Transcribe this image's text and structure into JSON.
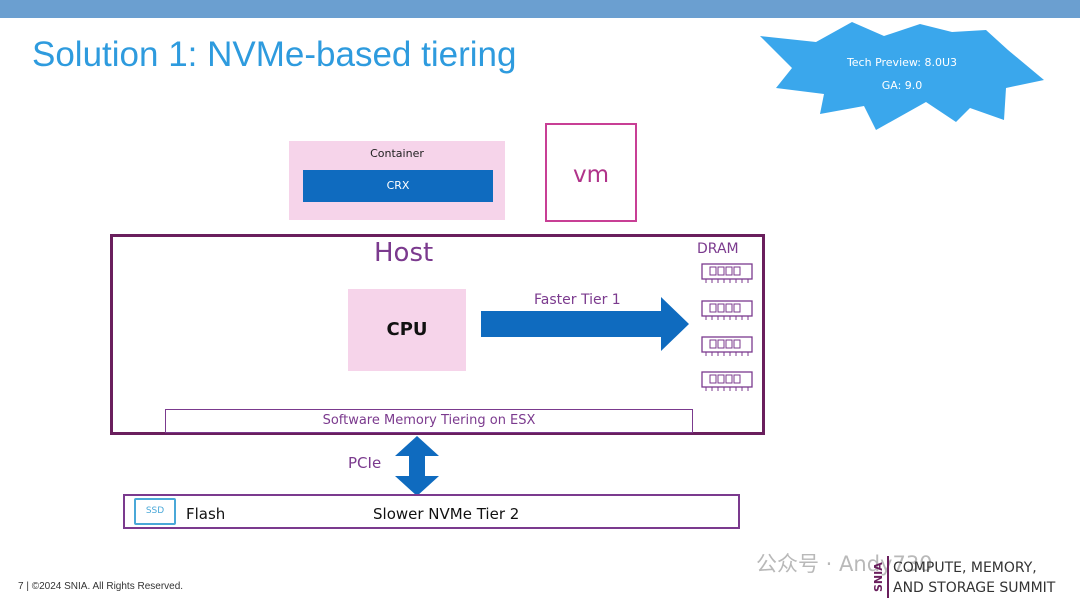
{
  "slide": {
    "title": "Solution 1: NVMe-based tiering",
    "burst_line1": "Tech Preview: 8.0U3",
    "burst_line2": "GA: 9.0",
    "container_label": "Container",
    "crx_label": "CRX",
    "vm_label": "vm",
    "host_label": "Host",
    "dram_label": "DRAM",
    "cpu_label": "CPU",
    "tier1_label": "Faster Tier 1",
    "software_label": "Software Memory Tiering on ESX",
    "pcie_label": "PCIe",
    "ssd_label": "SSD",
    "flash_label": "Flash",
    "tier2_label": "Slower NVMe Tier 2"
  },
  "footer": {
    "copyright": "7 | ©2024 SNIA. All Rights Reserved.",
    "watermark": "公众号 · Andy730",
    "snia": "SNIA",
    "summit_line1": "COMPUTE, MEMORY,",
    "summit_line2": "AND STORAGE SUMMIT"
  },
  "colors": {
    "title_blue": "#2e9bde",
    "burst_blue": "#3aa7ec",
    "host_border": "#6a1f5d",
    "purple_text": "#7b3a8e",
    "pink_fill": "#f6d4ea",
    "arrow_blue": "#0f6bbf"
  }
}
